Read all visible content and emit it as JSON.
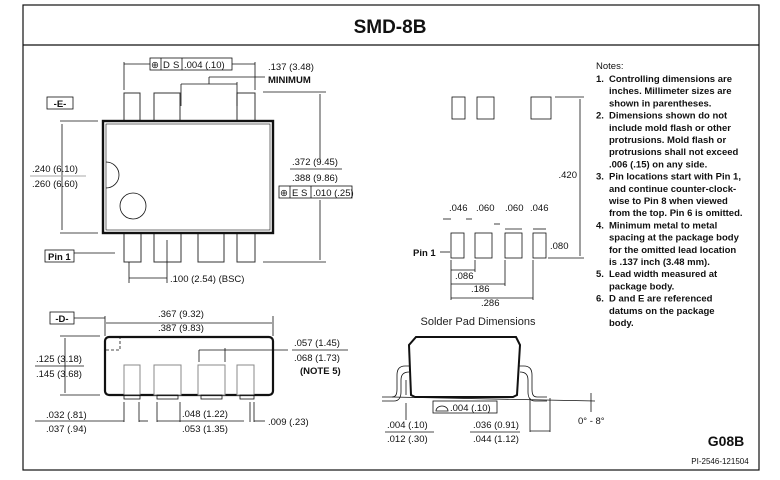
{
  "title": "SMD-8B",
  "top_view": {
    "datum_e": "-E-",
    "pin1": "Pin 1",
    "width_min": ".240 (6.10)",
    "width_max": ".260 (6.60)",
    "pitch": ".100 (2.54) (BSC)",
    "tol_d": {
      "symbol": "⊕",
      "datum": "D",
      "mod": "S",
      "value": ".004 (.10)"
    },
    "gap": ".137 (3.48)",
    "gap_note": "MINIMUM",
    "span_min": ".372 (9.45)",
    "span_max": ".388 (9.86)",
    "tol_e": {
      "symbol": "⊕",
      "datum": "E",
      "mod": "S",
      "value": ".010 (.25)"
    }
  },
  "side_view": {
    "datum_d": "-D-",
    "len_min": ".367 (9.32)",
    "len_max": ".387 (9.83)",
    "h_min": ".125 (3.18)",
    "h_max": ".145 (3.68)",
    "lead_w_min": ".057 (1.45)",
    "lead_w_max": ".068 (1.73)",
    "lead_w_note": "(NOTE 5)",
    "foot_min": ".032 (.81)",
    "foot_max": ".037 (.94)",
    "lw_min": ".048 (1.22)",
    "lw_max": ".053 (1.35)",
    "lead_t": ".009 (.23)"
  },
  "pads": {
    "height_total": ".420",
    "w1": ".046",
    "w2": ".060",
    "w3": ".060",
    "w4": ".046",
    "pad_h": ".080",
    "pin1": "Pin 1",
    "d1": ".086",
    "d2": ".186",
    "d3": ".286",
    "caption": "Solder Pad Dimensions"
  },
  "profile": {
    "flat": ".004 (.10)",
    "standoff_min": ".004 (.10)",
    "standoff_max": ".012 (.30)",
    "foot_min": ".036 (0.91)",
    "foot_max": ".044 (1.12)",
    "angle": "0° - 8°"
  },
  "notes": {
    "heading": "Notes:",
    "items": [
      {
        "num": "1.",
        "lines": [
          "Controlling dimensions are",
          "inches. Millimeter sizes are",
          "shown in parentheses."
        ]
      },
      {
        "num": "2.",
        "lines": [
          "Dimensions shown do not",
          "include mold flash or other",
          "protrusions. Mold flash or",
          "protrusions shall not exceed",
          ".006 (.15) on any side."
        ]
      },
      {
        "num": "3.",
        "lines": [
          "Pin locations start with Pin 1,",
          "and continue counter-clock-",
          "wise to Pin 8 when viewed",
          "from the top. Pin 6 is omitted."
        ]
      },
      {
        "num": "4.",
        "lines": [
          "Minimum metal to metal",
          "spacing at the package body",
          "for the omitted lead location",
          "is .137 inch (3.48 mm)."
        ]
      },
      {
        "num": "5.",
        "lines": [
          "Lead width measured at",
          "package body."
        ]
      },
      {
        "num": "6.",
        "lines": [
          "D and E are referenced",
          "datums on the package",
          "body."
        ]
      }
    ]
  },
  "code": "G08B",
  "doc_number": "PI-2546-121504"
}
